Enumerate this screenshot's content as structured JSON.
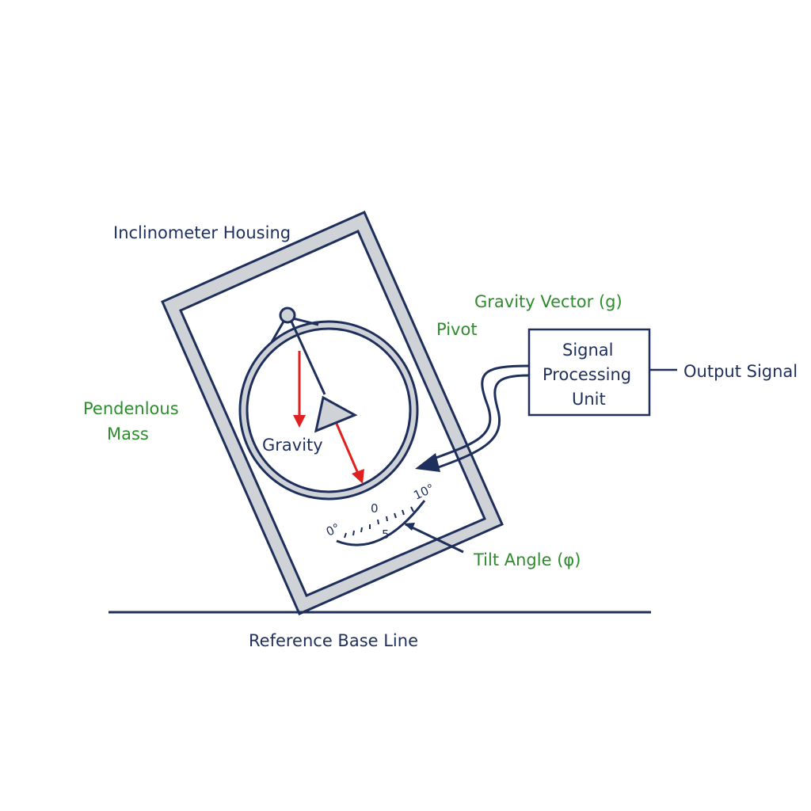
{
  "labels": {
    "housing": "Inclinometer Housing",
    "gravity_vector": "Gravity Vector (g)",
    "pivot": "Pivot",
    "pendulous_mass": [
      "Pendenlous",
      "Mass"
    ],
    "gravity": "Gravity",
    "spu": [
      "Signal",
      "Processing",
      "Unit"
    ],
    "output": "Output Signal",
    "tilt": "Tilt Angle (φ)",
    "baseline": "Reference Base Line"
  },
  "scale": {
    "left": "0°",
    "top": "0",
    "mid": "5",
    "right": "10°"
  },
  "colors": {
    "navy": "#1f2f5c",
    "green": "#2e8b2e",
    "red": "#e02020",
    "gray": "#cfd3d8"
  }
}
